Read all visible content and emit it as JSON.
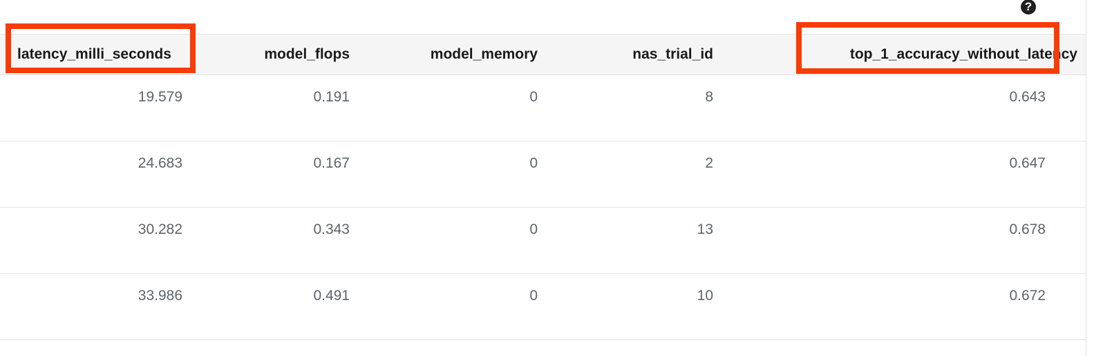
{
  "help": {
    "icon": "help-icon",
    "glyph": "?"
  },
  "table": {
    "columns": [
      {
        "id": "latency_milli_seconds",
        "label": "latency_milli_seconds",
        "align": "left"
      },
      {
        "id": "model_flops",
        "label": "model_flops",
        "align": "right"
      },
      {
        "id": "model_memory",
        "label": "model_memory",
        "align": "right"
      },
      {
        "id": "nas_trial_id",
        "label": "nas_trial_id",
        "align": "right"
      },
      {
        "id": "top_1_accuracy_without_latency",
        "label": "top_1_accuracy_without_latency",
        "align": "right"
      }
    ],
    "rows": [
      {
        "latency_milli_seconds": "19.579",
        "model_flops": "0.191",
        "model_memory": "0",
        "nas_trial_id": "8",
        "top_1_accuracy_without_latency": "0.643"
      },
      {
        "latency_milli_seconds": "24.683",
        "model_flops": "0.167",
        "model_memory": "0",
        "nas_trial_id": "2",
        "top_1_accuracy_without_latency": "0.647"
      },
      {
        "latency_milli_seconds": "30.282",
        "model_flops": "0.343",
        "model_memory": "0",
        "nas_trial_id": "13",
        "top_1_accuracy_without_latency": "0.678"
      },
      {
        "latency_milli_seconds": "33.986",
        "model_flops": "0.491",
        "model_memory": "0",
        "nas_trial_id": "10",
        "top_1_accuracy_without_latency": "0.672"
      }
    ]
  },
  "annotations": [
    {
      "id": "highlight-latency-column-header",
      "target": "latency_milli_seconds",
      "color": "#f83c06"
    },
    {
      "id": "highlight-accuracy-column-header",
      "target": "top_1_accuracy_without_latency",
      "color": "#f83c06"
    }
  ]
}
